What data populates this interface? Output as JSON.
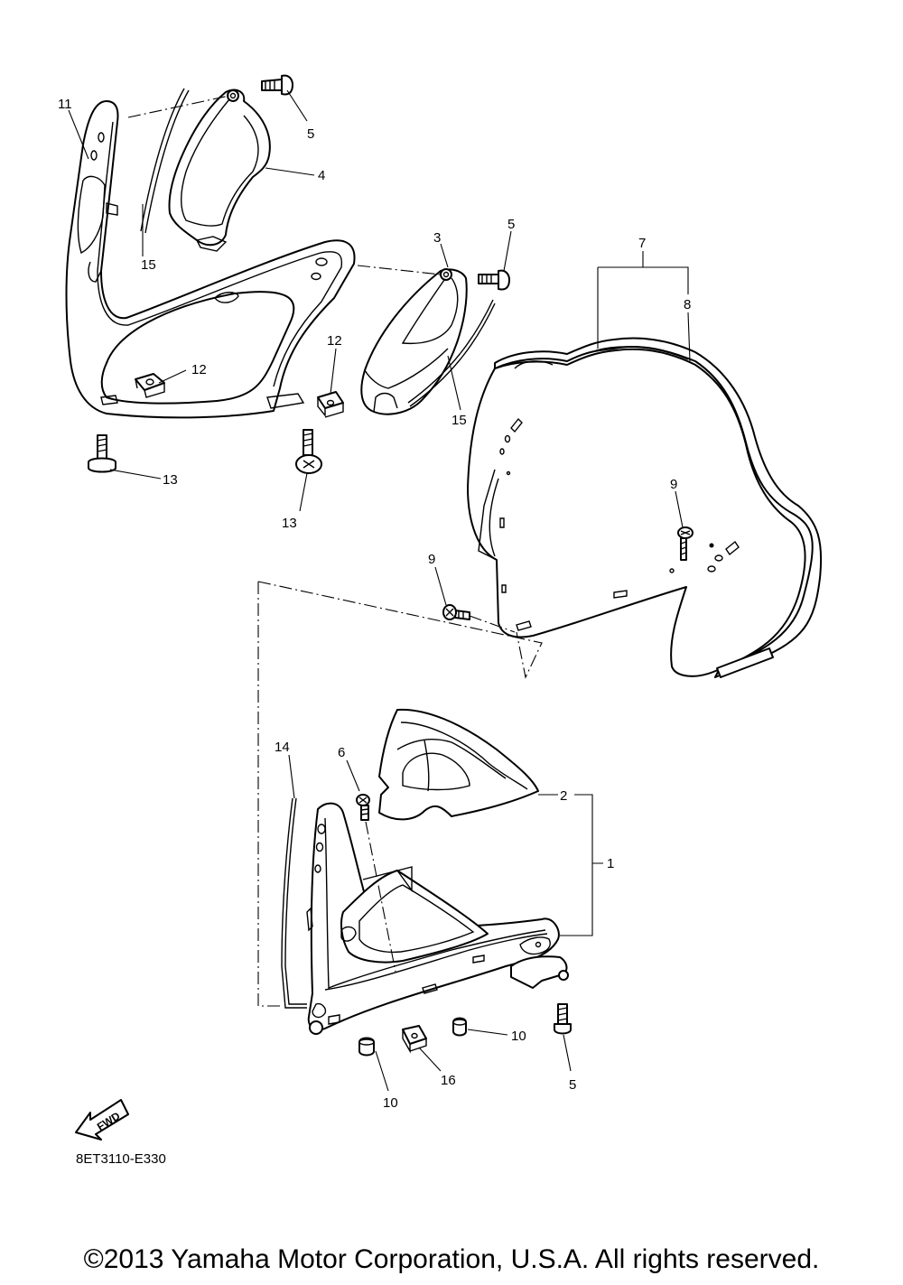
{
  "callouts": {
    "c1": "1",
    "c2": "2",
    "c3": "3",
    "c4": "4",
    "c5a": "5",
    "c5b": "5",
    "c5c": "5",
    "c6": "6",
    "c7": "7",
    "c8": "8",
    "c9a": "9",
    "c9b": "9",
    "c10a": "10",
    "c10b": "10",
    "c11": "11",
    "c12a": "12",
    "c12b": "12",
    "c13a": "13",
    "c13b": "13",
    "c14": "14",
    "c15a": "15",
    "c15b": "15",
    "c16": "16"
  },
  "fwd_label": "FWD",
  "diagram_code": "8ET3110-E330",
  "copyright": "©2013 Yamaha Motor Corporation, U.S.A. All rights reserved."
}
